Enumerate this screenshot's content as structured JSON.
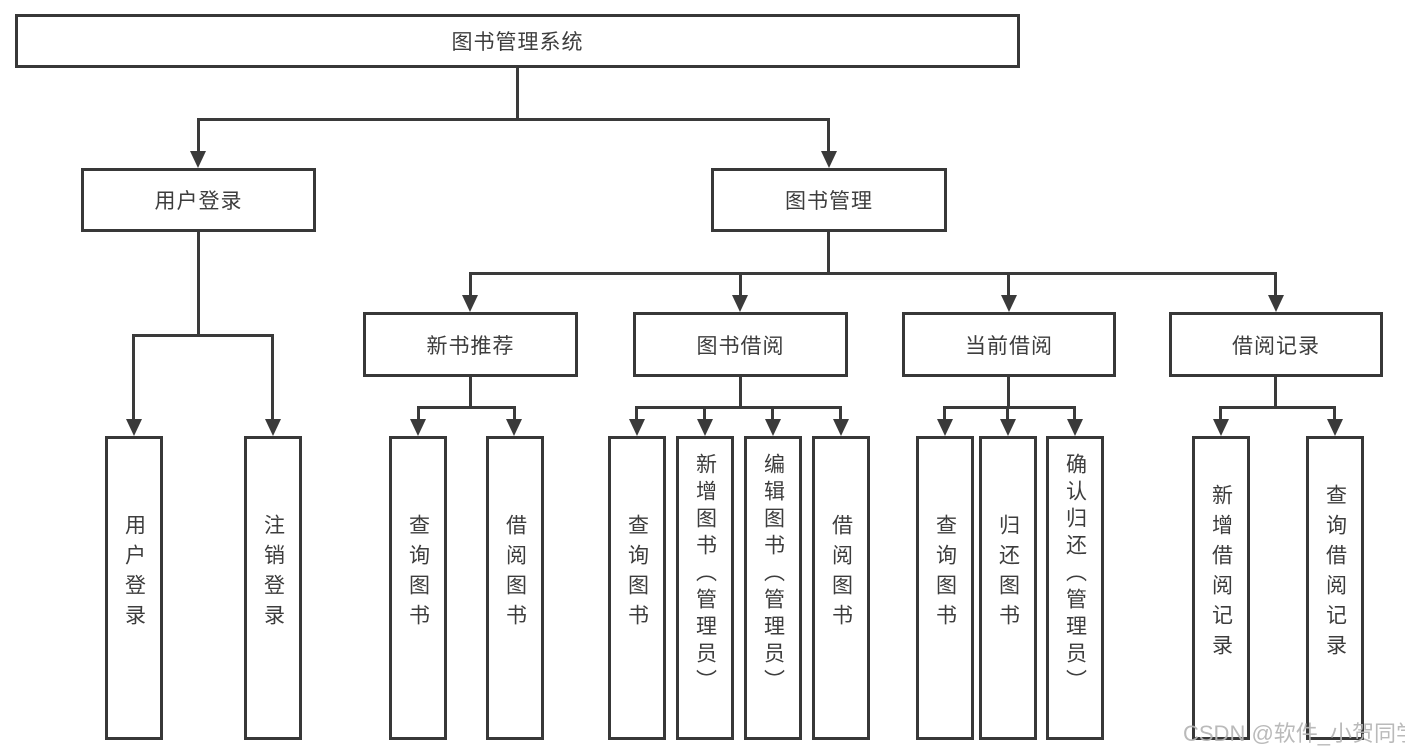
{
  "diagram": {
    "type": "hierarchy-tree",
    "tree": {
      "label": "图书管理系统",
      "children": [
        {
          "label": "用户登录",
          "children": [
            {
              "label": "用户登录"
            },
            {
              "label": "注销登录"
            }
          ]
        },
        {
          "label": "图书管理",
          "children": [
            {
              "label": "新书推荐",
              "children": [
                {
                  "label": "查询图书"
                },
                {
                  "label": "借阅图书"
                }
              ]
            },
            {
              "label": "图书借阅",
              "children": [
                {
                  "label": "查询图书"
                },
                {
                  "label": "新增图书（管理员）"
                },
                {
                  "label": "编辑图书（管理员）"
                },
                {
                  "label": "借阅图书"
                }
              ]
            },
            {
              "label": "当前借阅",
              "children": [
                {
                  "label": "查询图书"
                },
                {
                  "label": "归还图书"
                },
                {
                  "label": "确认归还（管理员）"
                }
              ]
            },
            {
              "label": "借阅记录",
              "children": [
                {
                  "label": "新增借阅记录"
                },
                {
                  "label": "查询借阅记录"
                }
              ]
            }
          ]
        }
      ]
    },
    "colors": {
      "line": "#3a3a3a",
      "box_border": "#383838",
      "text": "#3d3d3d",
      "background": "#ffffff",
      "watermark": "#b5b5b5"
    }
  },
  "watermark": {
    "text": "CSDN @软件_小贺同学"
  }
}
